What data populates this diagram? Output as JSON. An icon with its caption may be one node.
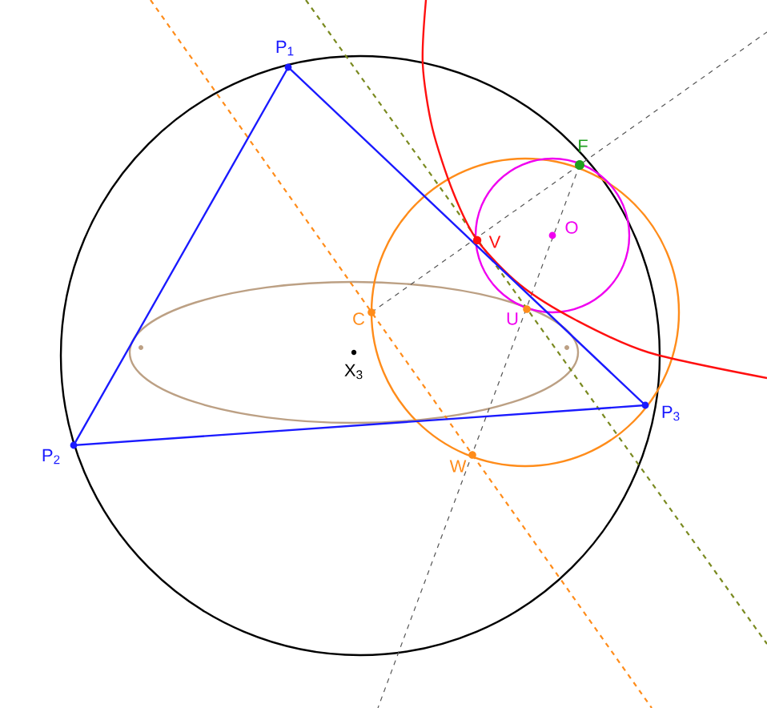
{
  "diagram": {
    "labels": [
      "P$_{1}$",
      "F",
      "O",
      "V",
      "C",
      "U",
      "X$_{3}$",
      "P$_{3}$",
      "P$_{2}$",
      "W"
    ]
  }
}
